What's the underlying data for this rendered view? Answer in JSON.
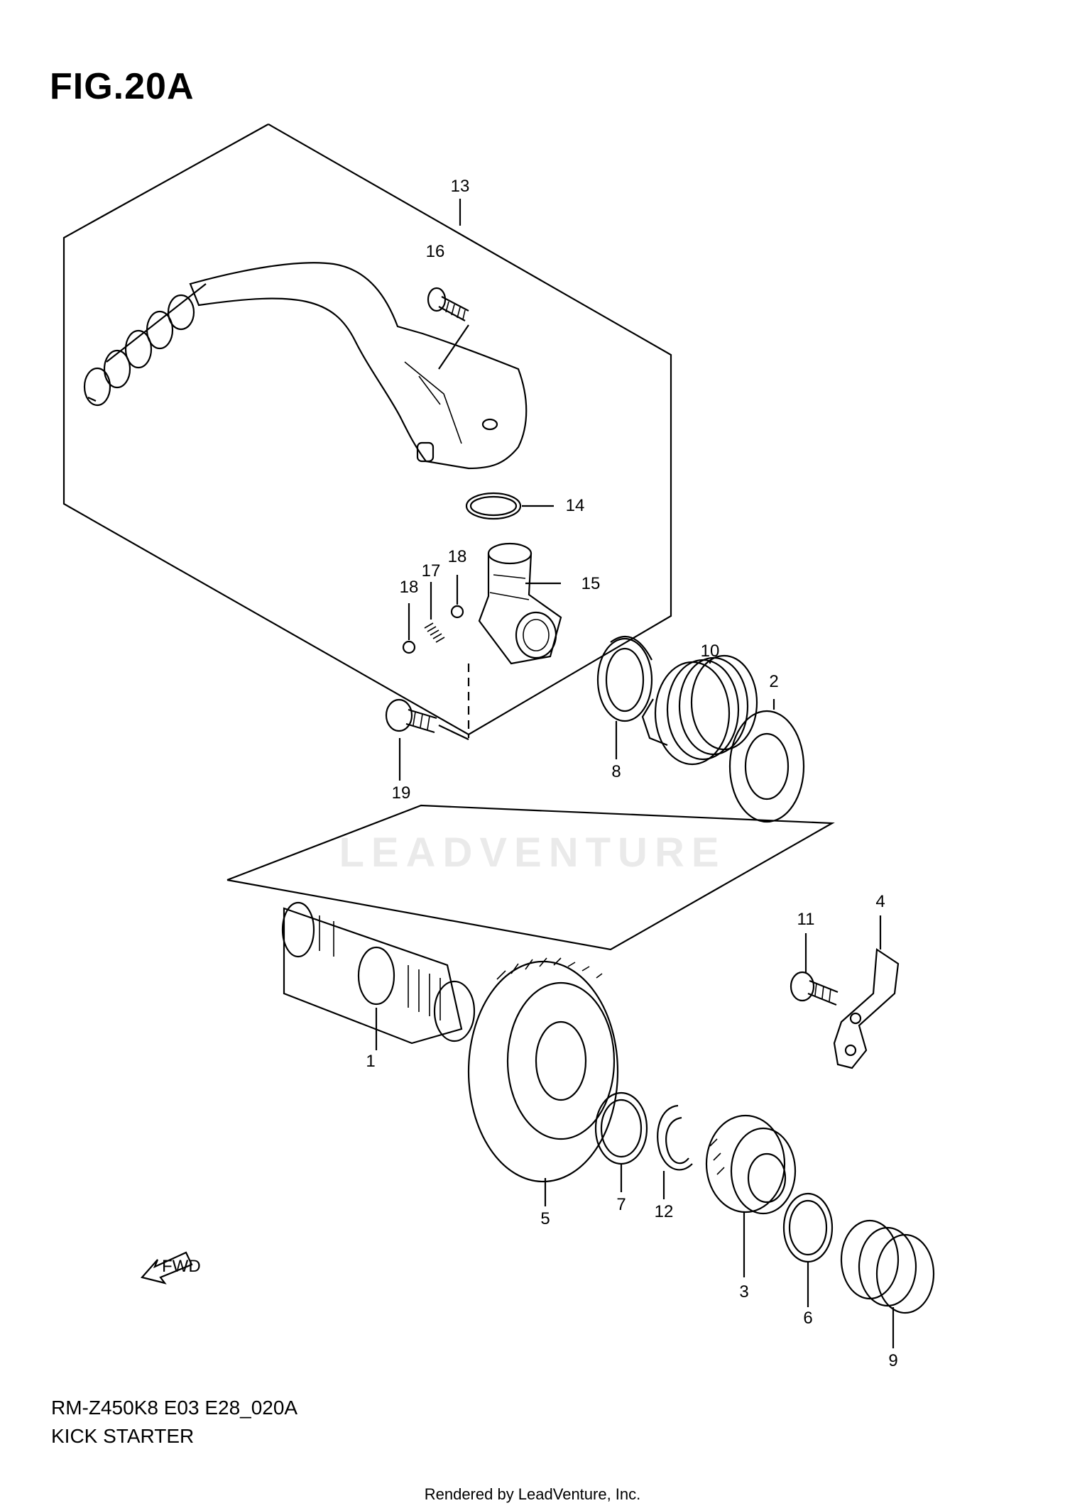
{
  "figure": "FIG.20A",
  "model_code": "RM-Z450K8 E03 E28_020A",
  "assembly_name": "KICK STARTER",
  "footer": "Rendered by LeadVenture, Inc.",
  "watermark": "LEADVENTURE",
  "fwd_text": "FWD",
  "callouts": {
    "p1": "1",
    "p2": "2",
    "p3": "3",
    "p4": "4",
    "p5": "5",
    "p6": "6",
    "p7": "7",
    "p8": "8",
    "p9": "9",
    "p10": "10",
    "p11": "11",
    "p12": "12",
    "p13": "13",
    "p14": "14",
    "p15": "15",
    "p16": "16",
    "p17": "17",
    "p18a": "18",
    "p18b": "18",
    "p19": "19"
  }
}
